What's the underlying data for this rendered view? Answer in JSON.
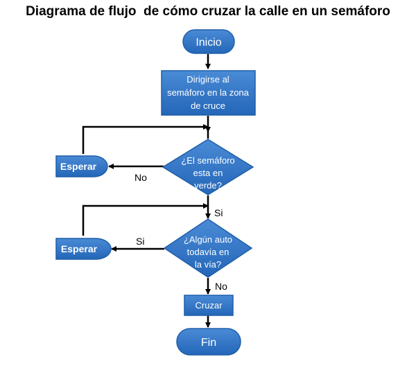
{
  "title": "Diagrama de flujo  de cómo cruzar la calle en un semáforo",
  "colors": {
    "node_fill": "#2F75C8",
    "node_stroke": "#1F5FA8",
    "arrow": "#000000",
    "text": "#FFFFFF"
  },
  "nodes": {
    "start": {
      "shape": "terminator",
      "label": "Inicio"
    },
    "go_to_light": {
      "shape": "process",
      "lines": [
        "Dirigirse al",
        "semáforo en la zona",
        "de cruce"
      ]
    },
    "decision_green": {
      "shape": "decision",
      "lines": [
        "¿El semáforo",
        "esta en",
        "verde?"
      ]
    },
    "wait_1": {
      "shape": "delay",
      "label": "Esperar"
    },
    "decision_car": {
      "shape": "decision",
      "lines": [
        "¿Algún auto",
        "todavía en",
        "la vía?"
      ]
    },
    "wait_2": {
      "shape": "delay",
      "label": "Esperar"
    },
    "cross": {
      "shape": "process",
      "label": "Cruzar"
    },
    "end": {
      "shape": "terminator",
      "label": "Fin"
    }
  },
  "edges": {
    "green_no": "No",
    "green_yes": "Si",
    "car_yes": "Si",
    "car_no": "No"
  }
}
